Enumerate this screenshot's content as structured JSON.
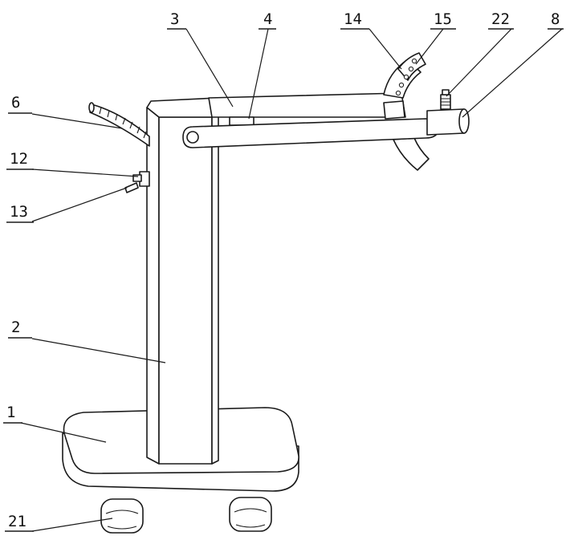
{
  "labels": {
    "l1": "1",
    "l2": "2",
    "l3": "3",
    "l4": "4",
    "l6": "6",
    "l8": "8",
    "l12": "12",
    "l13": "13",
    "l14": "14",
    "l15": "15",
    "l21": "21",
    "l22": "22"
  },
  "colors": {
    "line": "#1a1a1a",
    "background": "#ffffff"
  }
}
